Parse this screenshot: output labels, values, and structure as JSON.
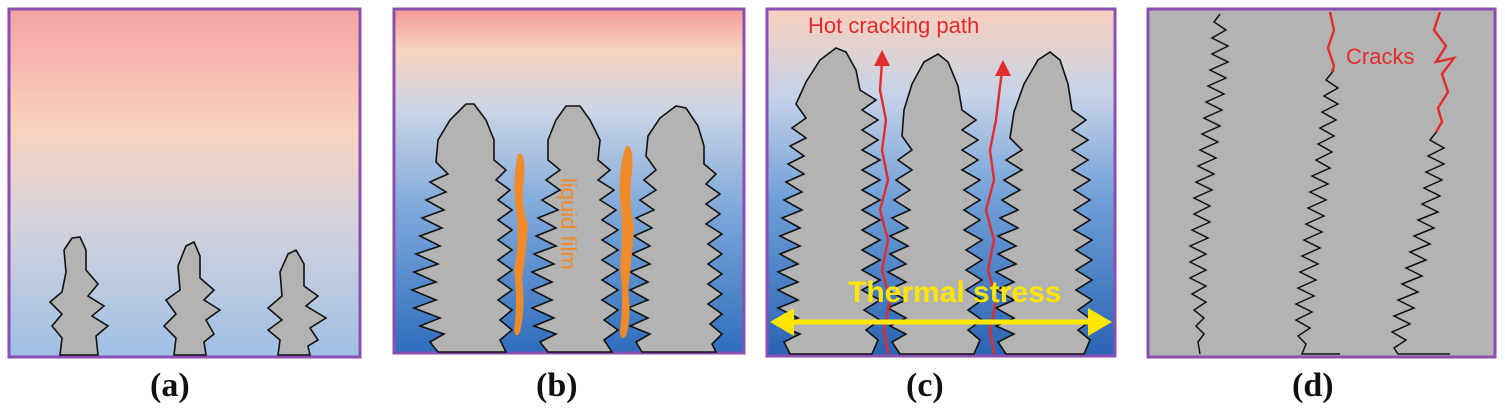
{
  "panels": {
    "a": {
      "letter": "(a)"
    },
    "b": {
      "letter": "(b)",
      "annotation": "liquid film"
    },
    "c": {
      "letter": "(c)",
      "annotation_top": "Hot cracking path",
      "annotation_bottom": "Thermal stress"
    },
    "d": {
      "letter": "(d)",
      "annotation": "Cracks"
    }
  },
  "colors": {
    "frame": "#8a4fb0",
    "dendrite_fill": "#b3b3b3",
    "dendrite_outline": "#111111",
    "hot_top": "#f4a3a1",
    "warm_mid": "#f9d3bf",
    "cool_blue": "#a6c4e6",
    "deep_blue": "#2f6dbd",
    "crack_red": "#e32b2b",
    "liquid_orange": "#f08a2a",
    "stress_yellow": "#ffe600",
    "solid_gray": "#b3b3b3"
  }
}
